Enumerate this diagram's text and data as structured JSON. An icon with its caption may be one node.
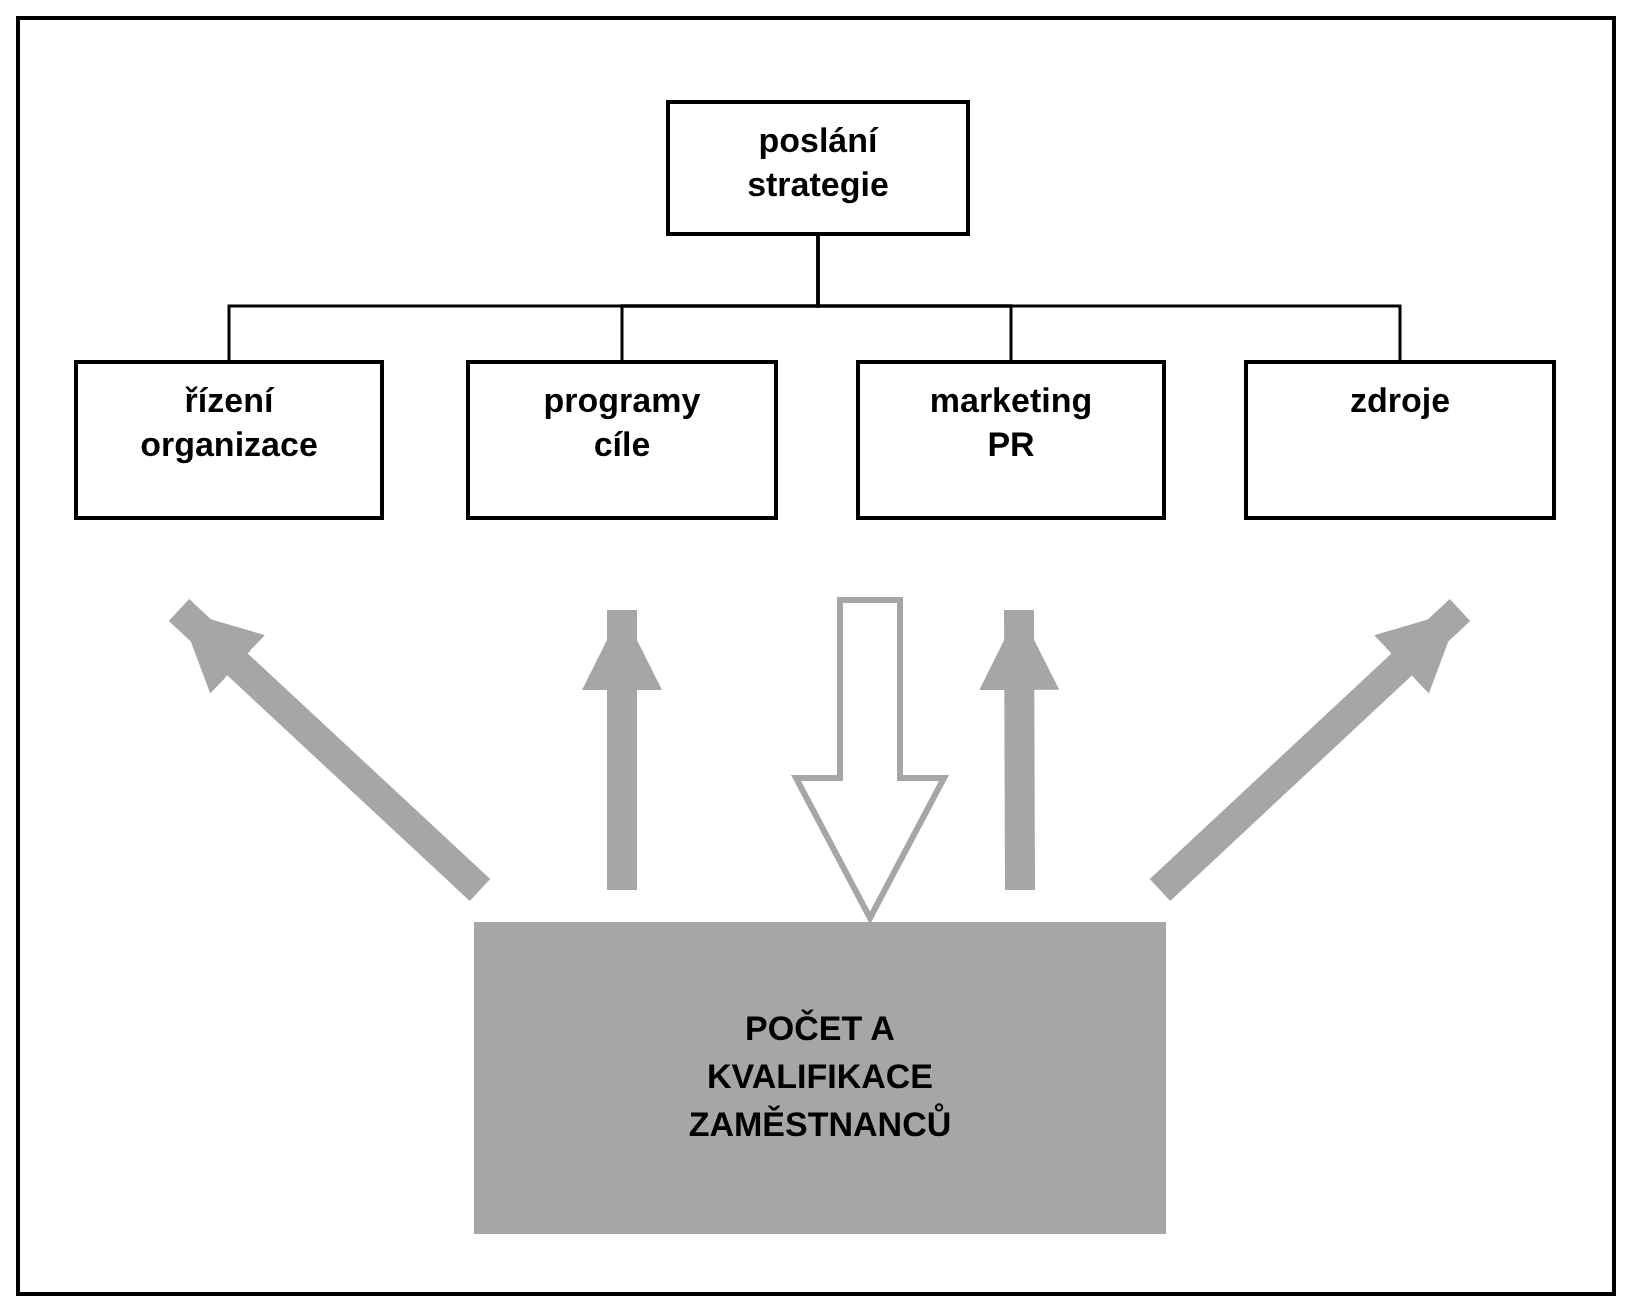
{
  "diagram": {
    "nodes": [
      {
        "text": [
          "poslání strategie"
        ]
      },
      {
        "text": [
          "řízení organizace"
        ]
      },
      {
        "text": [
          "programy cíle"
        ]
      },
      {
        "text": [
          "marketing PR"
        ]
      },
      {
        "text": [
          "zdroje"
        ]
      },
      {
        "text": [
          "POČET A KVALIFIKACE ZAMĚSTNANCŮ"
        ]
      }
    ],
    "edges": [
      {
        "from": 0,
        "to": 1,
        "arrow": "none"
      },
      {
        "from": 0,
        "to": 2,
        "arrow": "none"
      },
      {
        "from": 0,
        "to": 3,
        "arrow": "none"
      },
      {
        "from": 0,
        "to": 4,
        "arrow": "none"
      },
      {
        "from": 5,
        "to": 1,
        "arrow": "to",
        "style": "thick",
        "color": "#a6a6a6"
      },
      {
        "from": 5,
        "to": 2,
        "arrow": "to",
        "style": "thick",
        "color": "#a6a6a6"
      },
      {
        "from": null,
        "to": 5,
        "arrow": "to",
        "color": "#a6a6a6"
      },
      {
        "from": 5,
        "to": 3,
        "arrow": "to",
        "style": "thick",
        "color": "#a6a6a6"
      },
      {
        "from": 5,
        "to": 4,
        "arrow": "to",
        "style": "thick",
        "color": "#a6a6a6"
      }
    ]
  }
}
